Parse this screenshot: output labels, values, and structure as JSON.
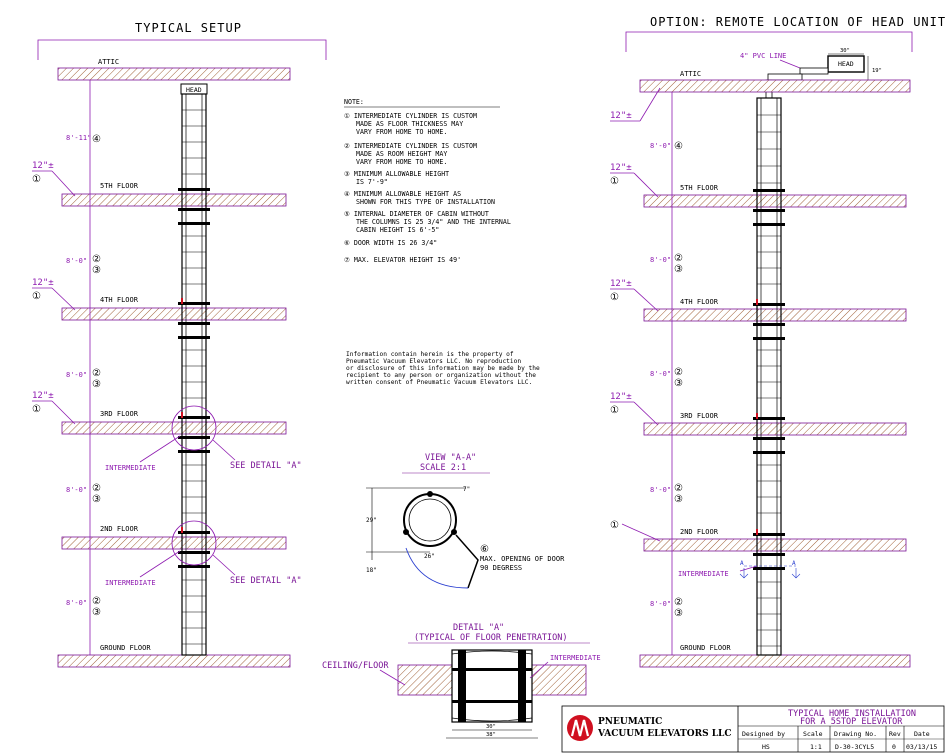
{
  "titles": {
    "typical_setup": "TYPICAL SETUP",
    "option_remote": "OPTION: REMOTE LOCATION OF HEAD UNIT"
  },
  "floors": {
    "attic": "ATTIC",
    "fifth": "5TH FLOOR",
    "fourth": "4TH FLOOR",
    "third": "3RD FLOOR",
    "second": "2ND FLOOR",
    "ground": "GROUND FLOOR"
  },
  "head_label": "HEAD",
  "dims": {
    "left_top": "8'-11\"",
    "std": "8'-0\"",
    "thick": "12\"±",
    "pvc": "4\" PVC LINE",
    "head_w": "30\"",
    "head_h": "19\""
  },
  "markers": {
    "m1": "①",
    "m2": "②",
    "m3": "③",
    "m4": "④"
  },
  "labels": {
    "intermediate": "INTERMEDIATE",
    "see_detail": "SEE DETAIL \"A\"",
    "ceiling_floor": "CEILING/FLOOR",
    "section_a": "A"
  },
  "notes": {
    "heading": "NOTE:",
    "n1": [
      "① INTERMEDIATE CYLINDER IS CUSTOM",
      "MADE AS FLOOR THICKNESS MAY",
      "VARY FROM HOME TO HOME."
    ],
    "n2": [
      "② INTERMEDIATE CYLINDER IS CUSTOM",
      "MADE AS ROOM HEIGHT MAY",
      "VARY FROM HOME TO HOME."
    ],
    "n3": [
      "③ MINIMUM ALLOWABLE HEIGHT",
      "IS 7'-9\""
    ],
    "n4": [
      "④ MINIMUM ALLOWABLE HEIGHT AS",
      "SHOWN FOR THIS TYPE OF INSTALLATION"
    ],
    "n5": [
      "⑤ INTERNAL DIAMETER OF CABIN WITHOUT",
      "THE COLUMNS IS 25 3/4\" AND THE INTERNAL",
      "CABIN HEIGHT IS 6'-5\""
    ],
    "n6": [
      "⑥ DOOR WIDTH IS 26 3/4\""
    ],
    "n7": [
      "⑦ MAX. ELEVATOR HEIGHT IS 49'"
    ]
  },
  "proprietary": [
    "Information contain herein is the property of",
    "Pneumatic Vacuum Elevators LLC. No reproduction",
    "or disclosure of this information may be made by the",
    "recipient to any person or organization without the",
    "written consent of Pneumatic Vacuum Elevators LLC."
  ],
  "view_aa": {
    "title": "VIEW \"A-A\"",
    "scale": "SCALE 2:1",
    "door_note1": "MAX. OPENING OF DOOR",
    "door_note2": "90 DEGRESS",
    "marker6": "⑥",
    "dim_7": "7\"",
    "dim_29": "29\"",
    "dim_26": "26\"",
    "dim_18": "18\""
  },
  "detail_a": {
    "title": "DETAIL \"A\"",
    "subtitle": "(TYPICAL OF FLOOR PENETRATION)",
    "dim1": "30\"",
    "dim2": "38\""
  },
  "title_block": {
    "company1": "PNEUMATIC",
    "company2": "VACUUM ELEVATORS LLC",
    "title1": "TYPICAL HOME INSTALLATION",
    "title2": "FOR A 5STOP ELEVATOR",
    "headers": [
      "Designed by",
      "Scale",
      "Drawing No.",
      "Rev",
      "Date"
    ],
    "values": [
      "HS",
      "1:1",
      "D-30-3CYL5",
      "0",
      "03/13/15"
    ]
  },
  "colors": {
    "accent": "#7a1496",
    "hatch": "#b07a4a",
    "red": "#d01020"
  }
}
